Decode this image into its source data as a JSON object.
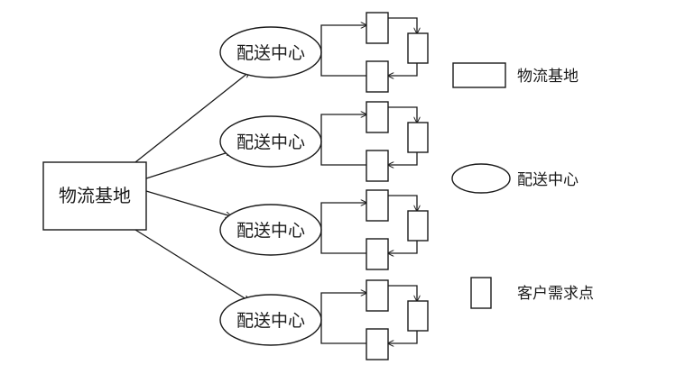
{
  "hub": {
    "label": "物流基地"
  },
  "centers": [
    {
      "label": "配送中心"
    },
    {
      "label": "配送中心"
    },
    {
      "label": "配送中心"
    },
    {
      "label": "配送中心"
    }
  ],
  "legend": {
    "base_label": "物流基地",
    "center_label": "配送中心",
    "customer_label": "客户需求点"
  },
  "colors": {
    "line": "#1a1a1a",
    "fill": "#ffffff",
    "background": "#ffffff"
  }
}
